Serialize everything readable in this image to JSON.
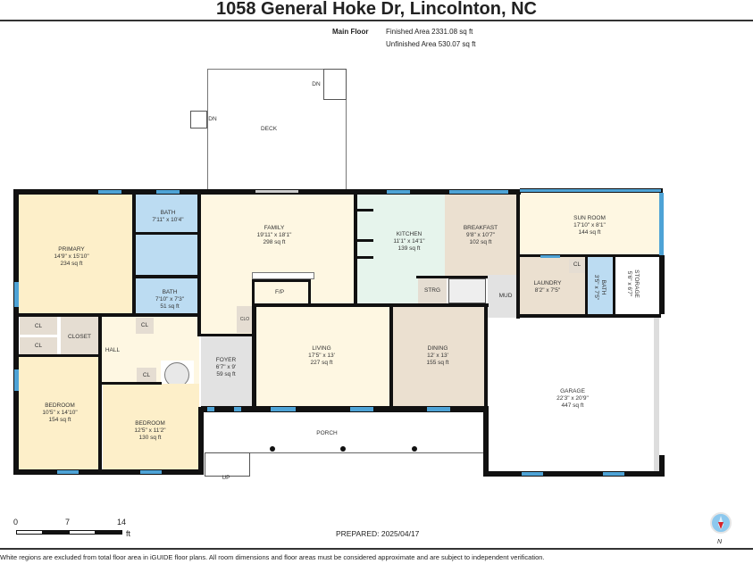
{
  "header": {
    "title": "1058 General Hoke Dr, Lincolnton, NC",
    "floor_label": "Main Floor",
    "finished_area": "Finished Area 2331.08 sq ft",
    "unfinished_area": "Unfinished Area 530.07 sq ft"
  },
  "rooms": {
    "primary": {
      "name": "PRIMARY",
      "dims": "14'9\" x 15'10\"",
      "area": "234 sq ft",
      "color": "#fdefc9"
    },
    "bath1": {
      "name": "BATH",
      "dims": "7'11\" x 10'4\"",
      "area": "",
      "color": "#bcdcf2"
    },
    "bath2": {
      "name": "BATH",
      "dims": "7'10\" x 7'3\"",
      "area": "51 sq ft",
      "color": "#bcdcf2"
    },
    "family": {
      "name": "FAMILY",
      "dims": "19'11\" x 18'1\"",
      "area": "298 sq ft",
      "color": "#fef7e2"
    },
    "kitchen": {
      "name": "KITCHEN",
      "dims": "11'1\" x 14'1\"",
      "area": "139 sq ft",
      "color": "#e6f4ec"
    },
    "breakfast": {
      "name": "BREAKFAST",
      "dims": "9'8\" x 10'7\"",
      "area": "102 sq ft",
      "color": "#ebe0d0"
    },
    "sunroom": {
      "name": "SUN ROOM",
      "dims": "17'10\" x 8'1\"",
      "area": "144 sq ft",
      "color": "#fef7e2"
    },
    "laundry": {
      "name": "LAUNDRY",
      "dims": "8'2\" x 7'5\"",
      "area": "",
      "color": "#ebe0d0"
    },
    "bath3": {
      "name": "BATH",
      "dims": "3'5\" x 7'5\"",
      "area": "",
      "color": "#bcdcf2"
    },
    "storage": {
      "name": "STORAGE",
      "dims": "5'6\" x 6'7\"",
      "area": "",
      "color": "#ffffff"
    },
    "living": {
      "name": "LIVING",
      "dims": "17'5\" x 13'",
      "area": "227 sq ft",
      "color": "#fef7e2"
    },
    "dining": {
      "name": "DINING",
      "dims": "12' x 13'",
      "area": "155 sq ft",
      "color": "#ebe0d0"
    },
    "foyer": {
      "name": "FOYER",
      "dims": "6'7\" x 9'",
      "area": "59 sq ft",
      "color": "#e2e2e2"
    },
    "hall": {
      "name": "HALL",
      "color": "#fef7e2"
    },
    "closet": {
      "name": "CLOSET",
      "color": "#e5ddd2"
    },
    "bedroom1": {
      "name": "BEDROOM",
      "dims": "10'5\" x 14'10\"",
      "area": "154 sq ft",
      "color": "#fdefc9"
    },
    "bedroom2": {
      "name": "BEDROOM",
      "dims": "12'5\" x 11'2\"",
      "area": "130 sq ft",
      "color": "#fdefc9"
    },
    "garage": {
      "name": "GARAGE",
      "dims": "22'3\" x 20'9\"",
      "area": "447 sq ft",
      "color": "#ffffff"
    },
    "deck": {
      "name": "DECK"
    },
    "porch": {
      "name": "PORCH"
    },
    "mud": {
      "name": "MUD",
      "color": "#e2e2e2"
    },
    "strg": {
      "name": "STRG",
      "color": "#e5ddd2"
    },
    "fp": {
      "name": "F/P"
    },
    "clo": {
      "name": "CLO"
    },
    "cl": {
      "name": "CL"
    }
  },
  "stairs": {
    "dn": "DN",
    "up": "UP"
  },
  "scale": {
    "ticks": [
      "0",
      "7",
      "14"
    ],
    "unit": "ft"
  },
  "prepared": "PREPARED: 2025/04/17",
  "compass": {
    "label": "N"
  },
  "footer": "White regions are excluded from total floor area in iGUIDE floor plans. All room dimensions and floor areas must be considered approximate and are subject to independent verification."
}
